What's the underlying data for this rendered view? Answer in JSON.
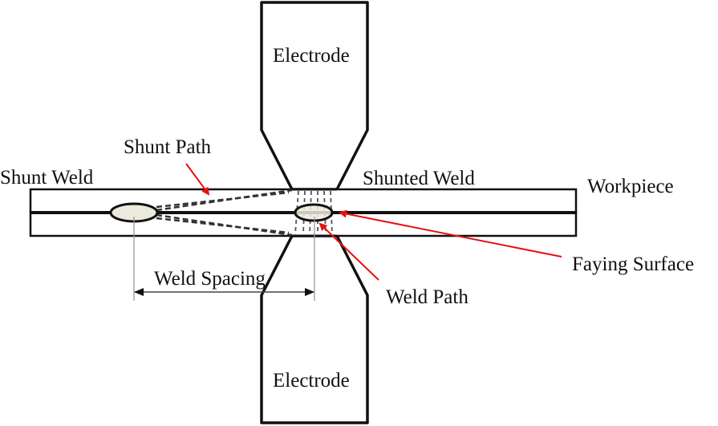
{
  "diagram": {
    "title": "Resistance spot welding shunting schematic",
    "labels": {
      "electrode_top": "Electrode",
      "electrode_bottom": "Electrode",
      "shunt_path": "Shunt Path",
      "shunt_weld": "Shunt Weld",
      "shunted_weld": "Shunted Weld",
      "workpiece": "Workpiece",
      "faying_surface": "Faying Surface",
      "weld_spacing": "Weld Spacing",
      "weld_path": "Weld Path"
    },
    "colors": {
      "line": "#111111",
      "arrow": "#e81010",
      "nugget_fill": "#eceadc",
      "dimension": "#888888"
    }
  }
}
